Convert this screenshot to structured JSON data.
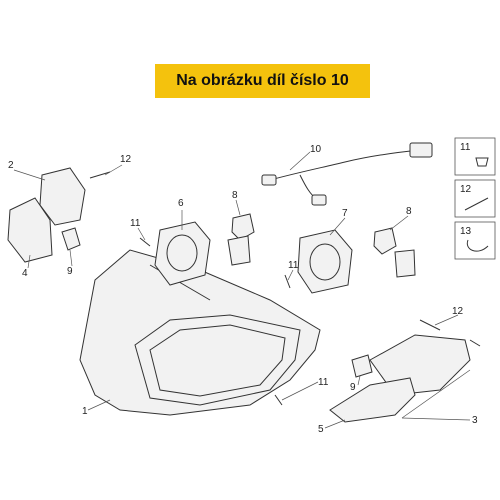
{
  "banner": {
    "text": "Na obrázku díl číslo 10"
  },
  "callouts": {
    "c1": "1",
    "c2": "2",
    "c3": "3",
    "c4": "4",
    "c5": "5",
    "c6": "6",
    "c7": "7",
    "c8a": "8",
    "c8b": "8",
    "c9a": "9",
    "c9b": "9",
    "c10": "10",
    "c11a": "11",
    "c11b": "11",
    "c11c": "11",
    "c12a": "12",
    "c12b": "12"
  },
  "legend": [
    {
      "label": "11"
    },
    {
      "label": "12"
    },
    {
      "label": "13"
    }
  ],
  "colors": {
    "banner": "#f4c20d",
    "line": "#333333"
  }
}
